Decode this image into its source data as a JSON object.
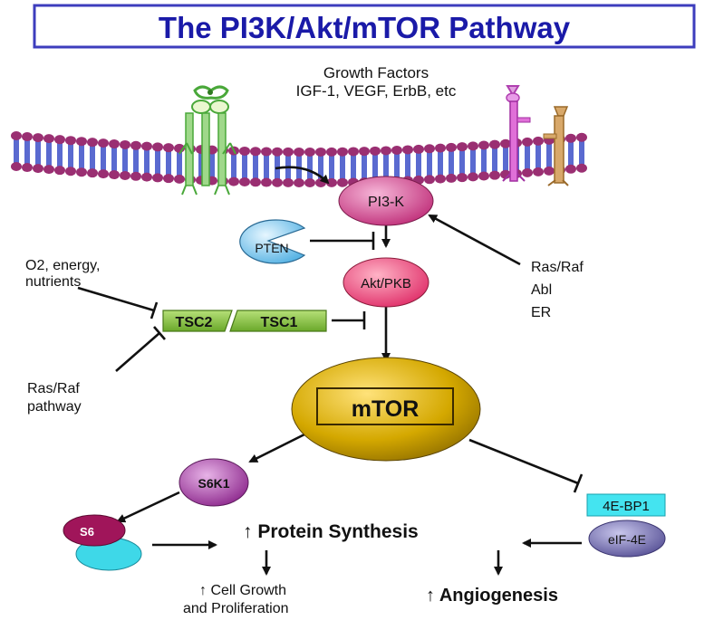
{
  "title": "The PI3K/Akt/mTOR Pathway",
  "growth_factors": {
    "line1": "Growth Factors",
    "line2": "IGF-1, VEGF, ErbB, etc"
  },
  "nodes": {
    "pi3k": "PI3-K",
    "pten": "PTEN",
    "akt": "Akt/PKB",
    "tsc2": "TSC2",
    "tsc1": "TSC1",
    "mtor": "mTOR",
    "s6k1": "S6K1",
    "s6": "S6",
    "eif4ebp1": "4E-BP1",
    "eif4e": "eIF-4E"
  },
  "inputs": {
    "o2_line1": "O2, energy,",
    "o2_line2": "nutrients",
    "rasraf_path_line1": "Ras/Raf",
    "rasraf_path_line2": "pathway",
    "right_1": "Ras/Raf",
    "right_2": "Abl",
    "right_3": "ER"
  },
  "outcomes": {
    "protein_synthesis": "↑ Protein Synthesis",
    "cell_growth_line1": "↑  Cell Growth",
    "cell_growth_line2": "and Proliferation",
    "angiogenesis": "↑ Angiogenesis"
  },
  "colors": {
    "title_text": "#1a1aa8",
    "title_border": "#3d3dbd",
    "pi3k": "#c0307a",
    "pten": "#6cc0ec",
    "akt": "#e0306a",
    "tsc": "#8cc63f",
    "mtor": "#c9a000",
    "s6k1": "#9b2f9b",
    "s6_top": "#a0155a",
    "s6_bottom": "#3ed8e8",
    "bp1": "#44e4f0",
    "eif4e": "#7a74b8",
    "membrane_head": "#9a2f72",
    "membrane_tail": "#5a6ad0"
  }
}
